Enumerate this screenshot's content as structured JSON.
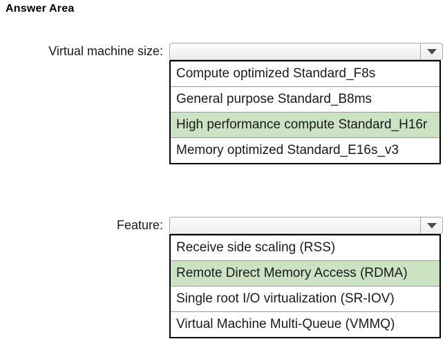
{
  "title": "Answer Area",
  "colors": {
    "highlight_green": "#cbe2c3",
    "list_border": "#000000",
    "dropdown_arrow": "#4d4d4d"
  },
  "icons": {
    "dropdown_arrow": "chevron-down"
  },
  "sections": [
    {
      "label": "Virtual machine size:",
      "dropdown_value": "",
      "options": [
        {
          "text": "Compute optimized Standard_F8s",
          "selected": false
        },
        {
          "text": "General purpose Standard_B8ms",
          "selected": false
        },
        {
          "text": "High performance compute Standard_H16r",
          "selected": true
        },
        {
          "text": "Memory optimized Standard_E16s_v3",
          "selected": false
        }
      ]
    },
    {
      "label": "Feature:",
      "dropdown_value": "",
      "options": [
        {
          "text": "Receive side scaling (RSS)",
          "selected": false
        },
        {
          "text": "Remote Direct Memory Access (RDMA)",
          "selected": true
        },
        {
          "text": "Single root I/O virtualization (SR-IOV)",
          "selected": false
        },
        {
          "text": "Virtual Machine Multi-Queue (VMMQ)",
          "selected": false
        }
      ]
    }
  ]
}
